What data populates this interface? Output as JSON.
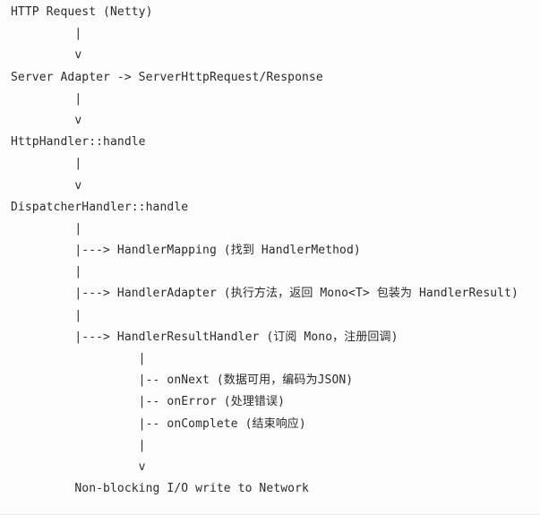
{
  "code": {
    "lines": [
      "HTTP Request (Netty)",
      "         |",
      "         v",
      "Server Adapter -> ServerHttpRequest/Response",
      "         |",
      "         v",
      "HttpHandler::handle",
      "         |",
      "         v",
      "DispatcherHandler::handle",
      "         |",
      "         |---> HandlerMapping (找到 HandlerMethod)",
      "         |",
      "         |---> HandlerAdapter (执行方法，返回 Mono<T> 包装为 HandlerResult)",
      "         |",
      "         |---> HandlerResultHandler (订阅 Mono，注册回调)",
      "                  |",
      "                  |-- onNext (数据可用，编码为JSON)",
      "                  |-- onError (处理错误)",
      "                  |-- onComplete (结束响应)",
      "                  |",
      "                  v",
      "         Non-blocking I/O write to Network"
    ]
  }
}
